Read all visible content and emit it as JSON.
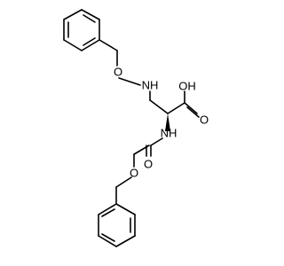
{
  "molecule": {
    "atom_labels": {
      "ether_oxygen": "O",
      "amine_nh": "NH",
      "hydroxyl": "OH",
      "acid_carbonyl_oxygen": "O",
      "carbamate_nh": "NH",
      "carbamate_carbonyl_oxygen": "O",
      "ester_oxygen": "O"
    }
  }
}
